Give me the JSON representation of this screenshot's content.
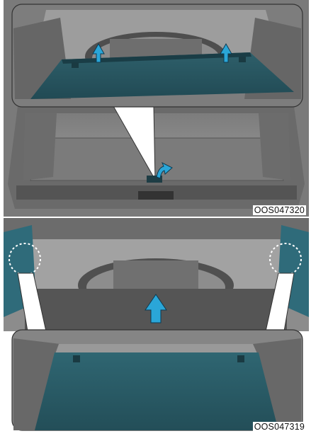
{
  "figures": [
    {
      "code": "OOS047320",
      "description": "Raising the trunk floor board with the arrows"
    },
    {
      "code": "OOS047319",
      "description": "Removing the trunk floor board with the arrows"
    }
  ],
  "colors": {
    "board": "#2b5b66",
    "board_dark": "#1f4650",
    "arrow_fill": "#2aa6d8",
    "interior": "#8f8f8f",
    "interior_dark": "#5f5f5f",
    "frame": "#333333"
  },
  "icons": [
    "up-arrow-icon",
    "lift-arrow-icon",
    "callout-pointer",
    "dashed-circle-marker"
  ]
}
